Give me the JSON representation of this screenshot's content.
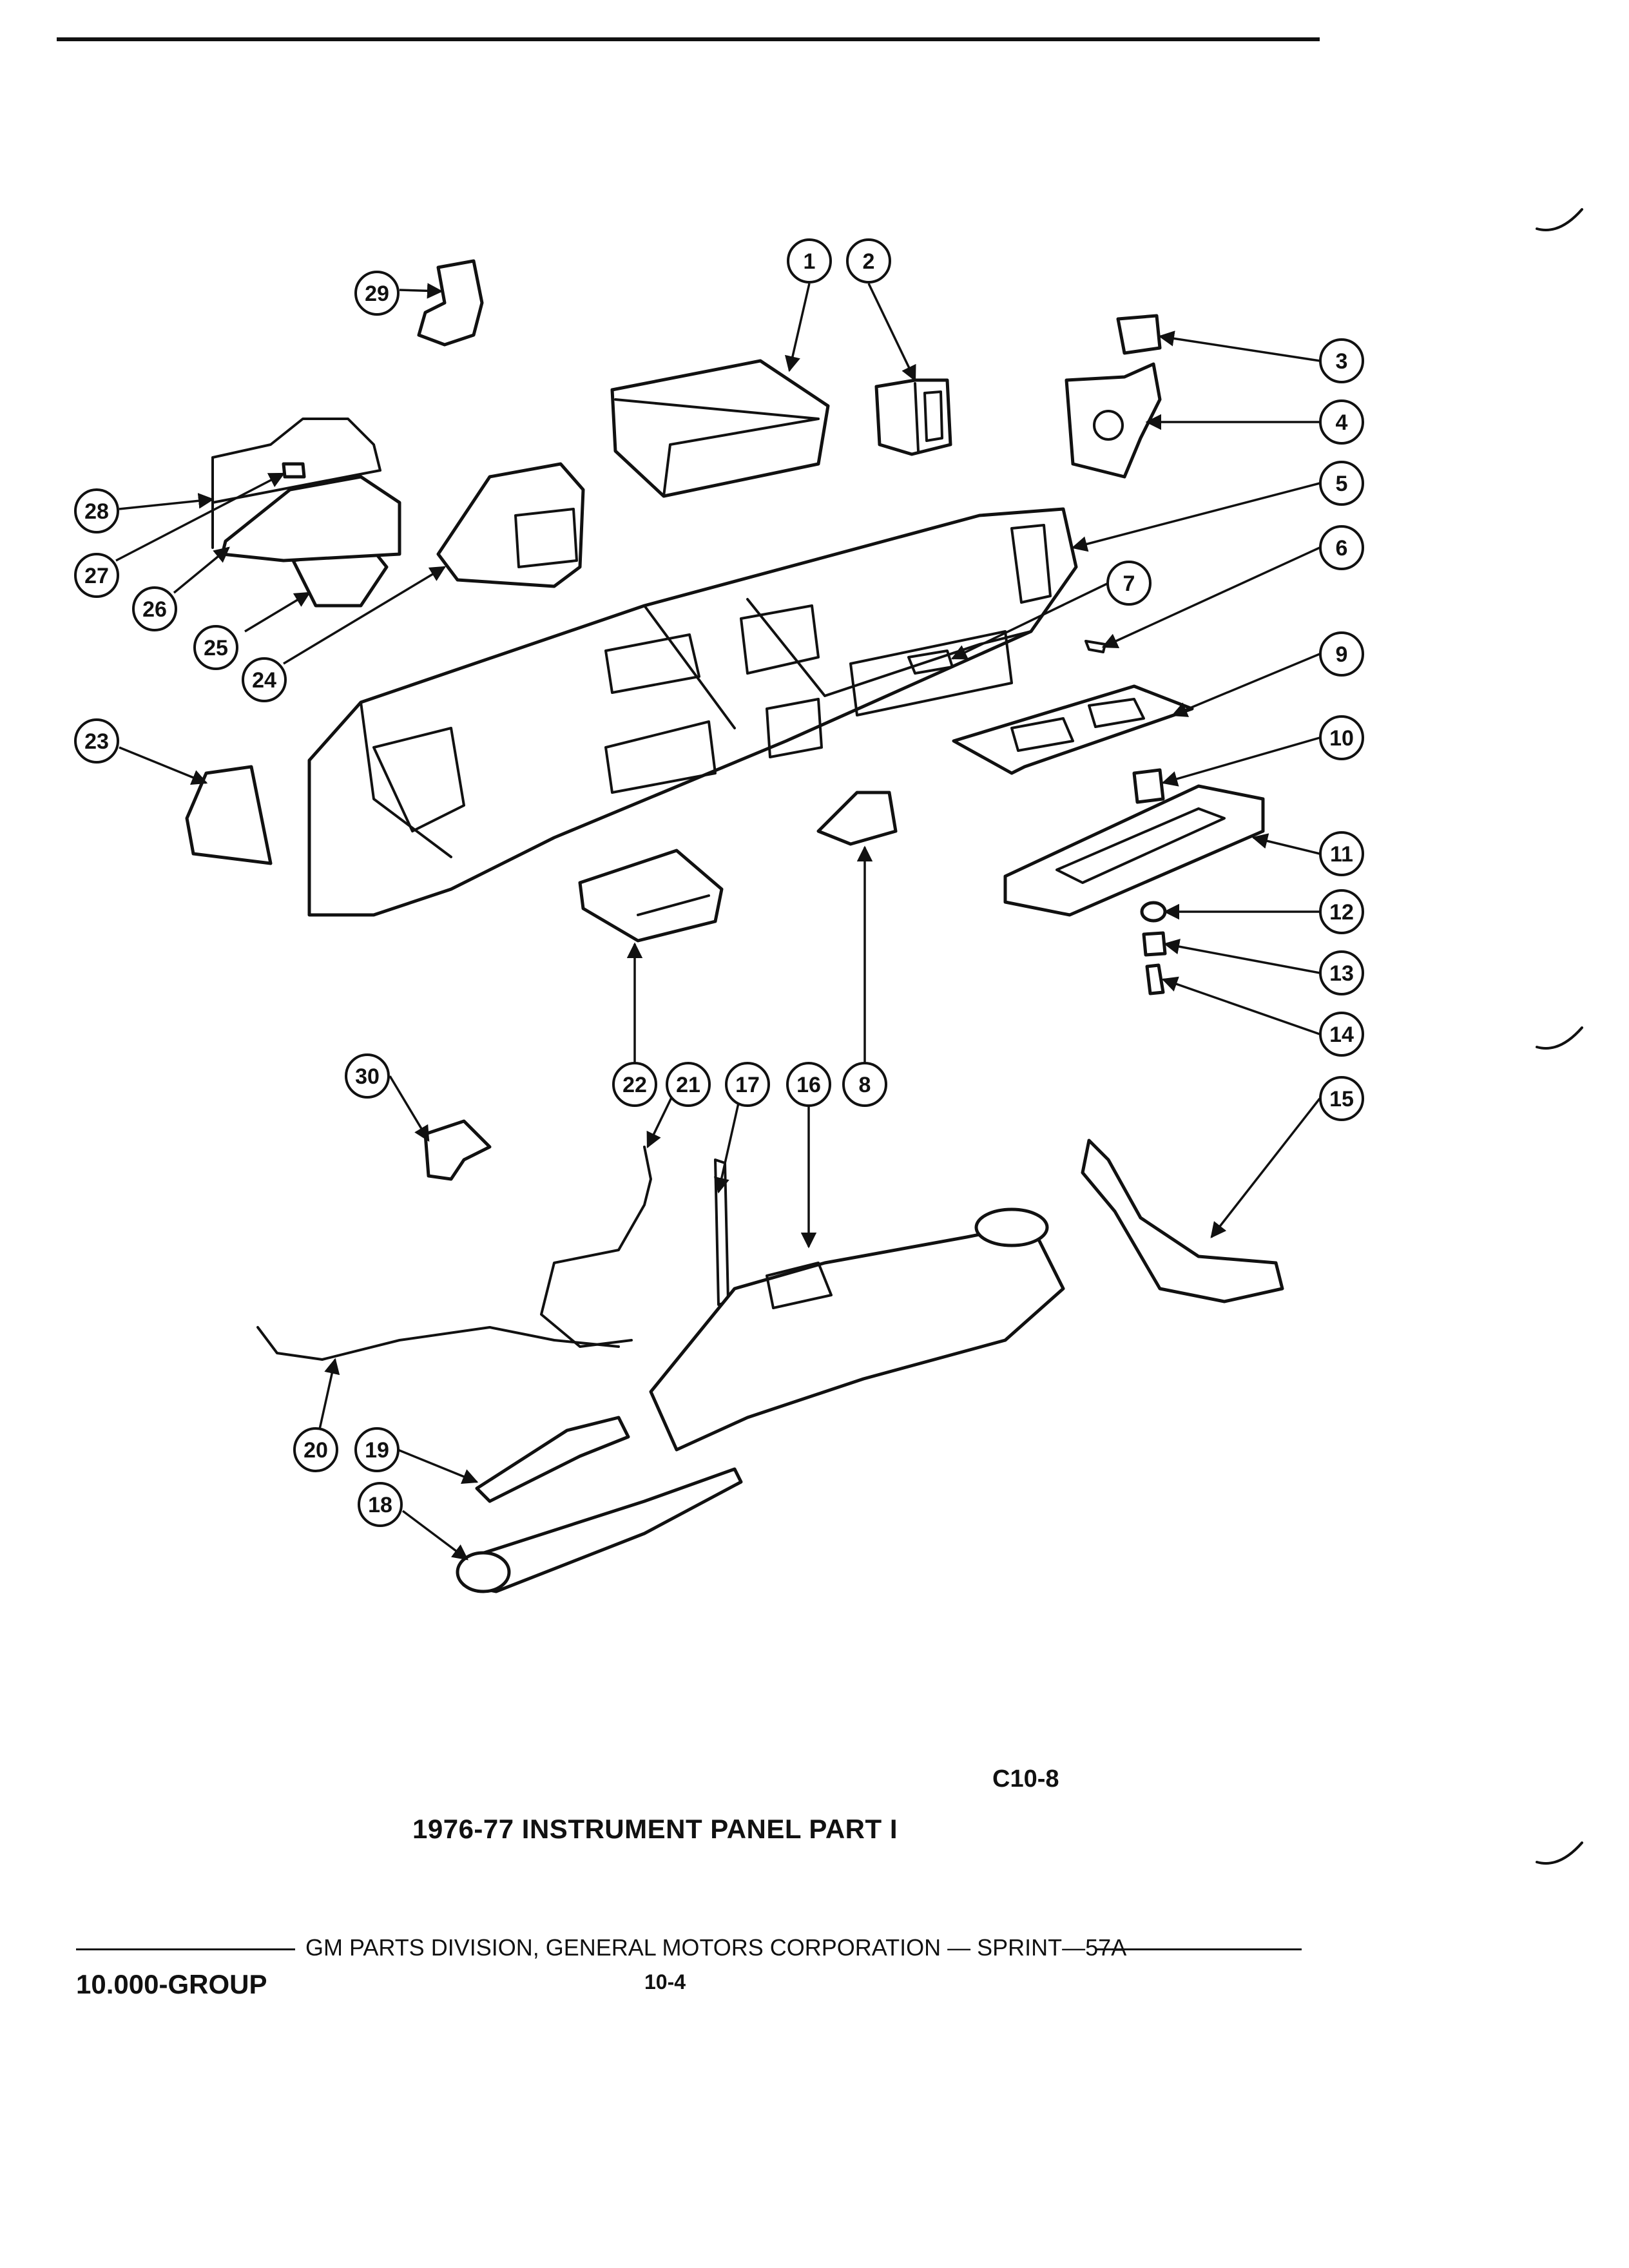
{
  "figure": {
    "code": "C10-8",
    "title": "1976-77 INSTRUMENT PANEL PART I"
  },
  "footer": {
    "publisher": "GM PARTS DIVISION, GENERAL MOTORS CORPORATION — SPRINT—57A",
    "group": "10.000-GROUP",
    "page": "10-4"
  },
  "callouts": [
    "1",
    "2",
    "3",
    "4",
    "5",
    "6",
    "7",
    "8",
    "9",
    "10",
    "11",
    "12",
    "13",
    "14",
    "15",
    "16",
    "17",
    "18",
    "19",
    "20",
    "21",
    "22",
    "23",
    "24",
    "25",
    "26",
    "27",
    "28",
    "29",
    "30"
  ]
}
